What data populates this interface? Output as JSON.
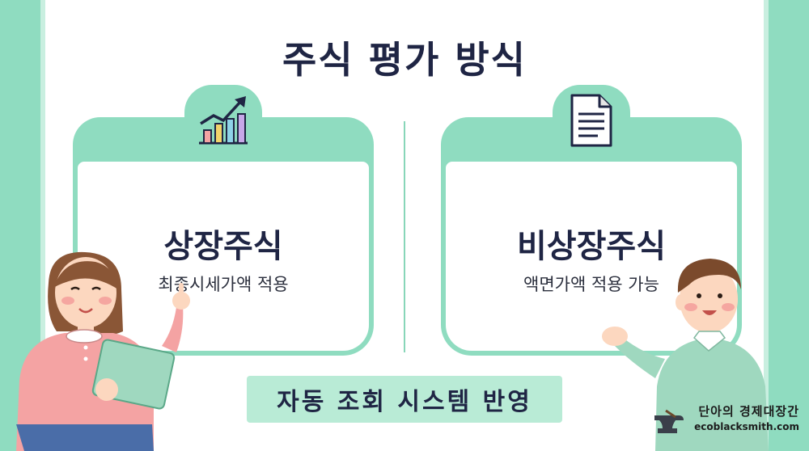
{
  "title": "주식 평가 방식",
  "cards": [
    {
      "title": "상장주식",
      "description": "최종시세가액 적용",
      "icon": "chart-up-icon"
    },
    {
      "title": "비상장주식",
      "description": "액면가액 적용 가능",
      "icon": "document-icon"
    }
  ],
  "banner": "자동 조회 시스템 반영",
  "watermark": {
    "title": "단아의 경제대장간",
    "url": "ecoblacksmith.com"
  },
  "colors": {
    "mint": "#8fdcc0",
    "mint_light": "#b9ebd6",
    "navy": "#1f2544",
    "coral": "#f08c8c"
  }
}
